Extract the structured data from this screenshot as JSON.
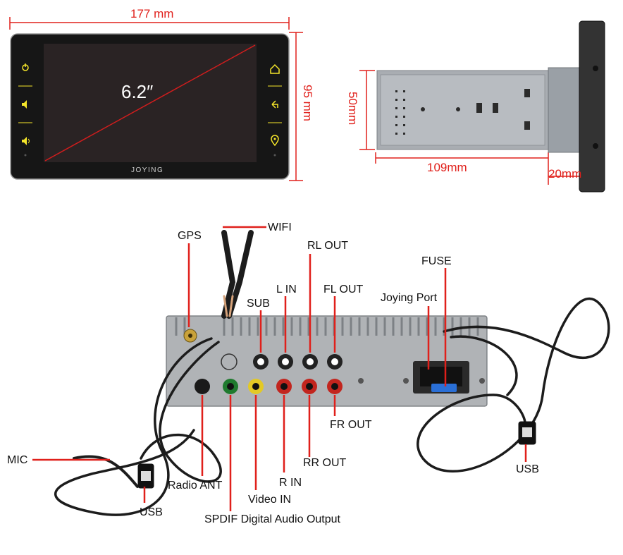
{
  "dimensions": {
    "width": "177 mm",
    "height": "95 mm",
    "depth_height": "50mm",
    "depth": "109mm",
    "front_depth": "20mm"
  },
  "screen": {
    "size": "6.2″",
    "brand": "JOYING"
  },
  "labels": {
    "gps": "GPS",
    "wifi": "WIFI",
    "rl_out": "RL OUT",
    "fuse": "FUSE",
    "l_in": "L IN",
    "fl_out": "FL OUT",
    "sub": "SUB",
    "joying_port": "Joying Port",
    "fr_out": "FR OUT",
    "mic": "MIC",
    "rr_out": "RR OUT",
    "radio_ant": "Radio ANT",
    "r_in": "R IN",
    "usb_left": "USB",
    "usb_right": "USB",
    "video_in": "Video IN",
    "spdif": "SPDIF Digital Audio Output"
  },
  "colors": {
    "dimension_red": "#e0201b",
    "button_yellow": "#f5e62a"
  },
  "icons": [
    "power-icon",
    "home-icon",
    "volume-down-icon",
    "back-icon",
    "volume-up-icon",
    "gps-icon"
  ]
}
